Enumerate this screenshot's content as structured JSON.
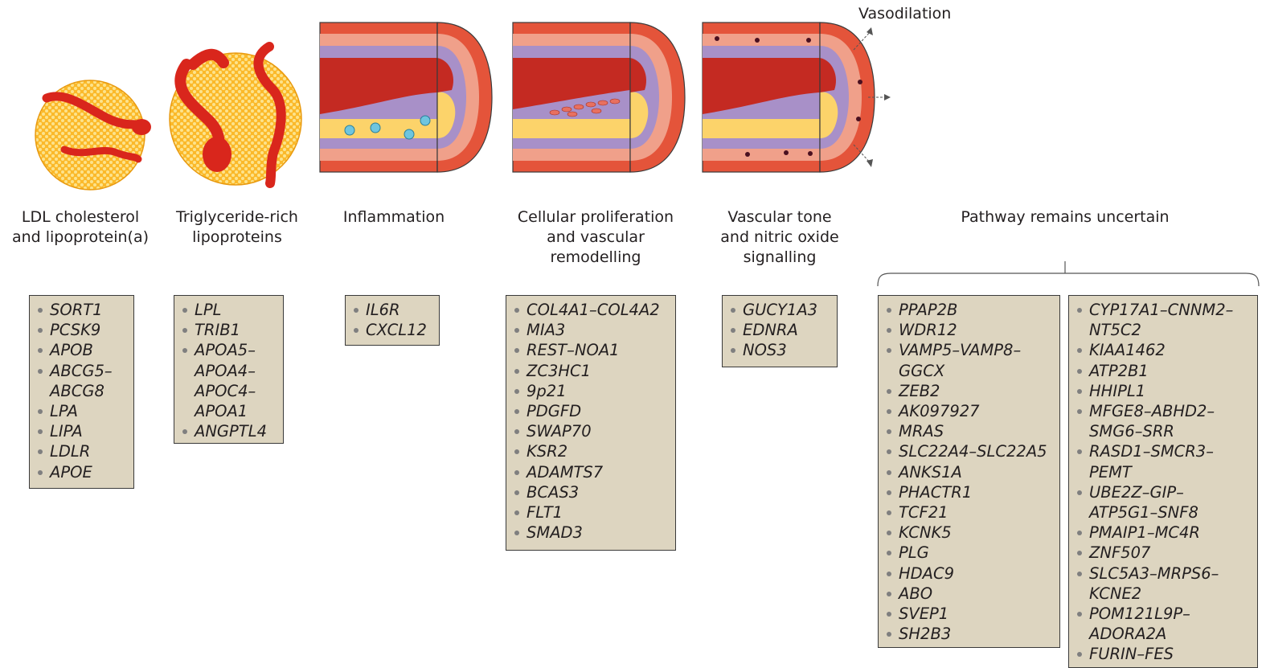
{
  "annotation": "Vasodilation",
  "pathways": [
    {
      "label": [
        "LDL cholesterol",
        "and lipoprotein(a)"
      ],
      "genes": [
        [
          "SORT1"
        ],
        [
          "PCSK9"
        ],
        [
          "APOB"
        ],
        [
          "ABCG5–",
          "ABCG8"
        ],
        [
          "LPA"
        ],
        [
          "LIPA"
        ],
        [
          "LDLR"
        ],
        [
          "APOE"
        ]
      ]
    },
    {
      "label": [
        "Triglyceride-rich",
        "lipoproteins"
      ],
      "genes": [
        [
          "LPL"
        ],
        [
          "TRIB1"
        ],
        [
          "APOA5–",
          "APOA4–",
          "APOC4–",
          "APOA1"
        ],
        [
          "ANGPTL4"
        ]
      ]
    },
    {
      "label": [
        "Inflammation"
      ],
      "genes": [
        [
          "IL6R"
        ],
        [
          "CXCL12"
        ]
      ]
    },
    {
      "label": [
        "Cellular proliferation",
        "and vascular",
        "remodelling"
      ],
      "genes": [
        [
          "COL4A1–COL4A2"
        ],
        [
          "MIA3"
        ],
        [
          "REST–NOA1"
        ],
        [
          "ZC3HC1"
        ],
        [
          "9p21"
        ],
        [
          "PDGFD"
        ],
        [
          "SWAP70"
        ],
        [
          "KSR2"
        ],
        [
          "ADAMTS7"
        ],
        [
          "BCAS3"
        ],
        [
          "FLT1"
        ],
        [
          "SMAD3"
        ]
      ]
    },
    {
      "label": [
        "Vascular tone",
        "and nitric oxide",
        "signalling"
      ],
      "genes": [
        [
          "GUCY1A3"
        ],
        [
          "EDNRA"
        ],
        [
          "NOS3"
        ]
      ]
    },
    {
      "label": [
        "Pathway remains uncertain"
      ],
      "columns": [
        [
          [
            "PPAP2B"
          ],
          [
            "WDR12"
          ],
          [
            "VAMP5–VAMP8–",
            "GGCX"
          ],
          [
            "ZEB2"
          ],
          [
            "AK097927"
          ],
          [
            "MRAS"
          ],
          [
            "SLC22A4–SLC22A5"
          ],
          [
            "ANKS1A"
          ],
          [
            "PHACTR1"
          ],
          [
            "TCF21"
          ],
          [
            "KCNK5"
          ],
          [
            "PLG"
          ],
          [
            "HDAC9"
          ],
          [
            "ABO"
          ],
          [
            "SVEP1"
          ],
          [
            "SH2B3"
          ]
        ],
        [
          [
            "CYP17A1–CNNM2–",
            "NT5C2"
          ],
          [
            "KIAA1462"
          ],
          [
            "ATP2B1"
          ],
          [
            "HHIPL1"
          ],
          [
            "MFGE8–ABHD2–",
            "SMG6–SRR"
          ],
          [
            "RASD1–SMCR3–",
            "PEMT"
          ],
          [
            "UBE2Z–GIP–",
            "ATP5G1–SNF8"
          ],
          [
            "PMAIP1–MC4R"
          ],
          [
            "ZNF507"
          ],
          [
            "SLC5A3–MRPS6–",
            "KCNE2"
          ],
          [
            "POM121L9P–",
            "ADORA2A"
          ],
          [
            "FURIN–FES"
          ]
        ]
      ]
    }
  ],
  "colors": {
    "box_fill": "#ddd5c0",
    "lipoprotein_yellow": "#fbb92a",
    "apo_red": "#d9261c",
    "adventitia": "#e4543a",
    "media": "#f0a08a",
    "intima_purple": "#a890c8",
    "lumen_red": "#c42a22",
    "plaque_yellow": "#fcd36a"
  }
}
